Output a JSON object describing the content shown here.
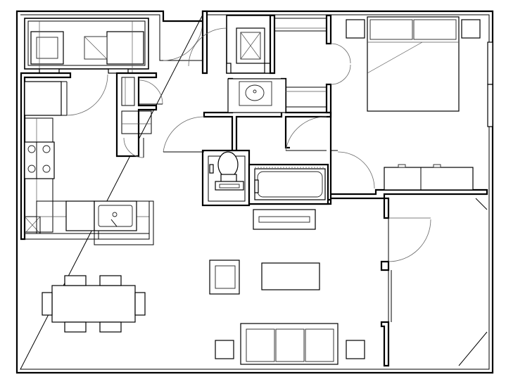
{
  "diagram": {
    "kind": "apartment-floor-plan",
    "rooms": [
      "laundry-closet",
      "kitchen",
      "pantry",
      "coat-closet",
      "linen-closet",
      "bathroom",
      "walk-in-closet",
      "bedroom",
      "bedroom-closet",
      "living-dining"
    ],
    "fixtures": [
      "washer",
      "dryer",
      "refrigerator",
      "range",
      "kitchen-sink",
      "water-heater",
      "toilet",
      "bathroom-sink",
      "bathtub"
    ],
    "furniture": [
      "dining-table",
      "dining-chair",
      "dining-chair",
      "dining-chair",
      "dining-chair",
      "dining-chair",
      "dining-chair",
      "armchair",
      "coffee-table",
      "sofa",
      "end-table",
      "end-table",
      "bed",
      "nightstand",
      "nightstand",
      "dresser",
      "console-table"
    ],
    "colors": {
      "line": "#000000",
      "background": "#ffffff"
    }
  }
}
